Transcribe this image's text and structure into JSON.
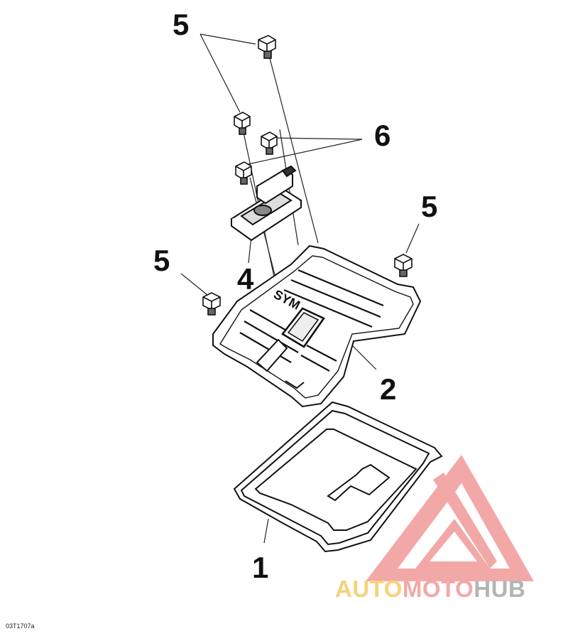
{
  "callouts": {
    "c5_top": "5",
    "c6": "6",
    "c5_right": "5",
    "c5_left": "5",
    "c4": "4",
    "c2": "2",
    "c1": "1"
  },
  "cover_logo": "SYM",
  "figure_code": "03T1707a",
  "watermark": {
    "part1": "AUTO",
    "part2": "MOTO",
    "part3": "HUB",
    "colors": {
      "auto": "#f6d27a",
      "moto": "#f4a7a7",
      "hub": "#b4b4b4",
      "triangle": "#f29a9a"
    }
  }
}
